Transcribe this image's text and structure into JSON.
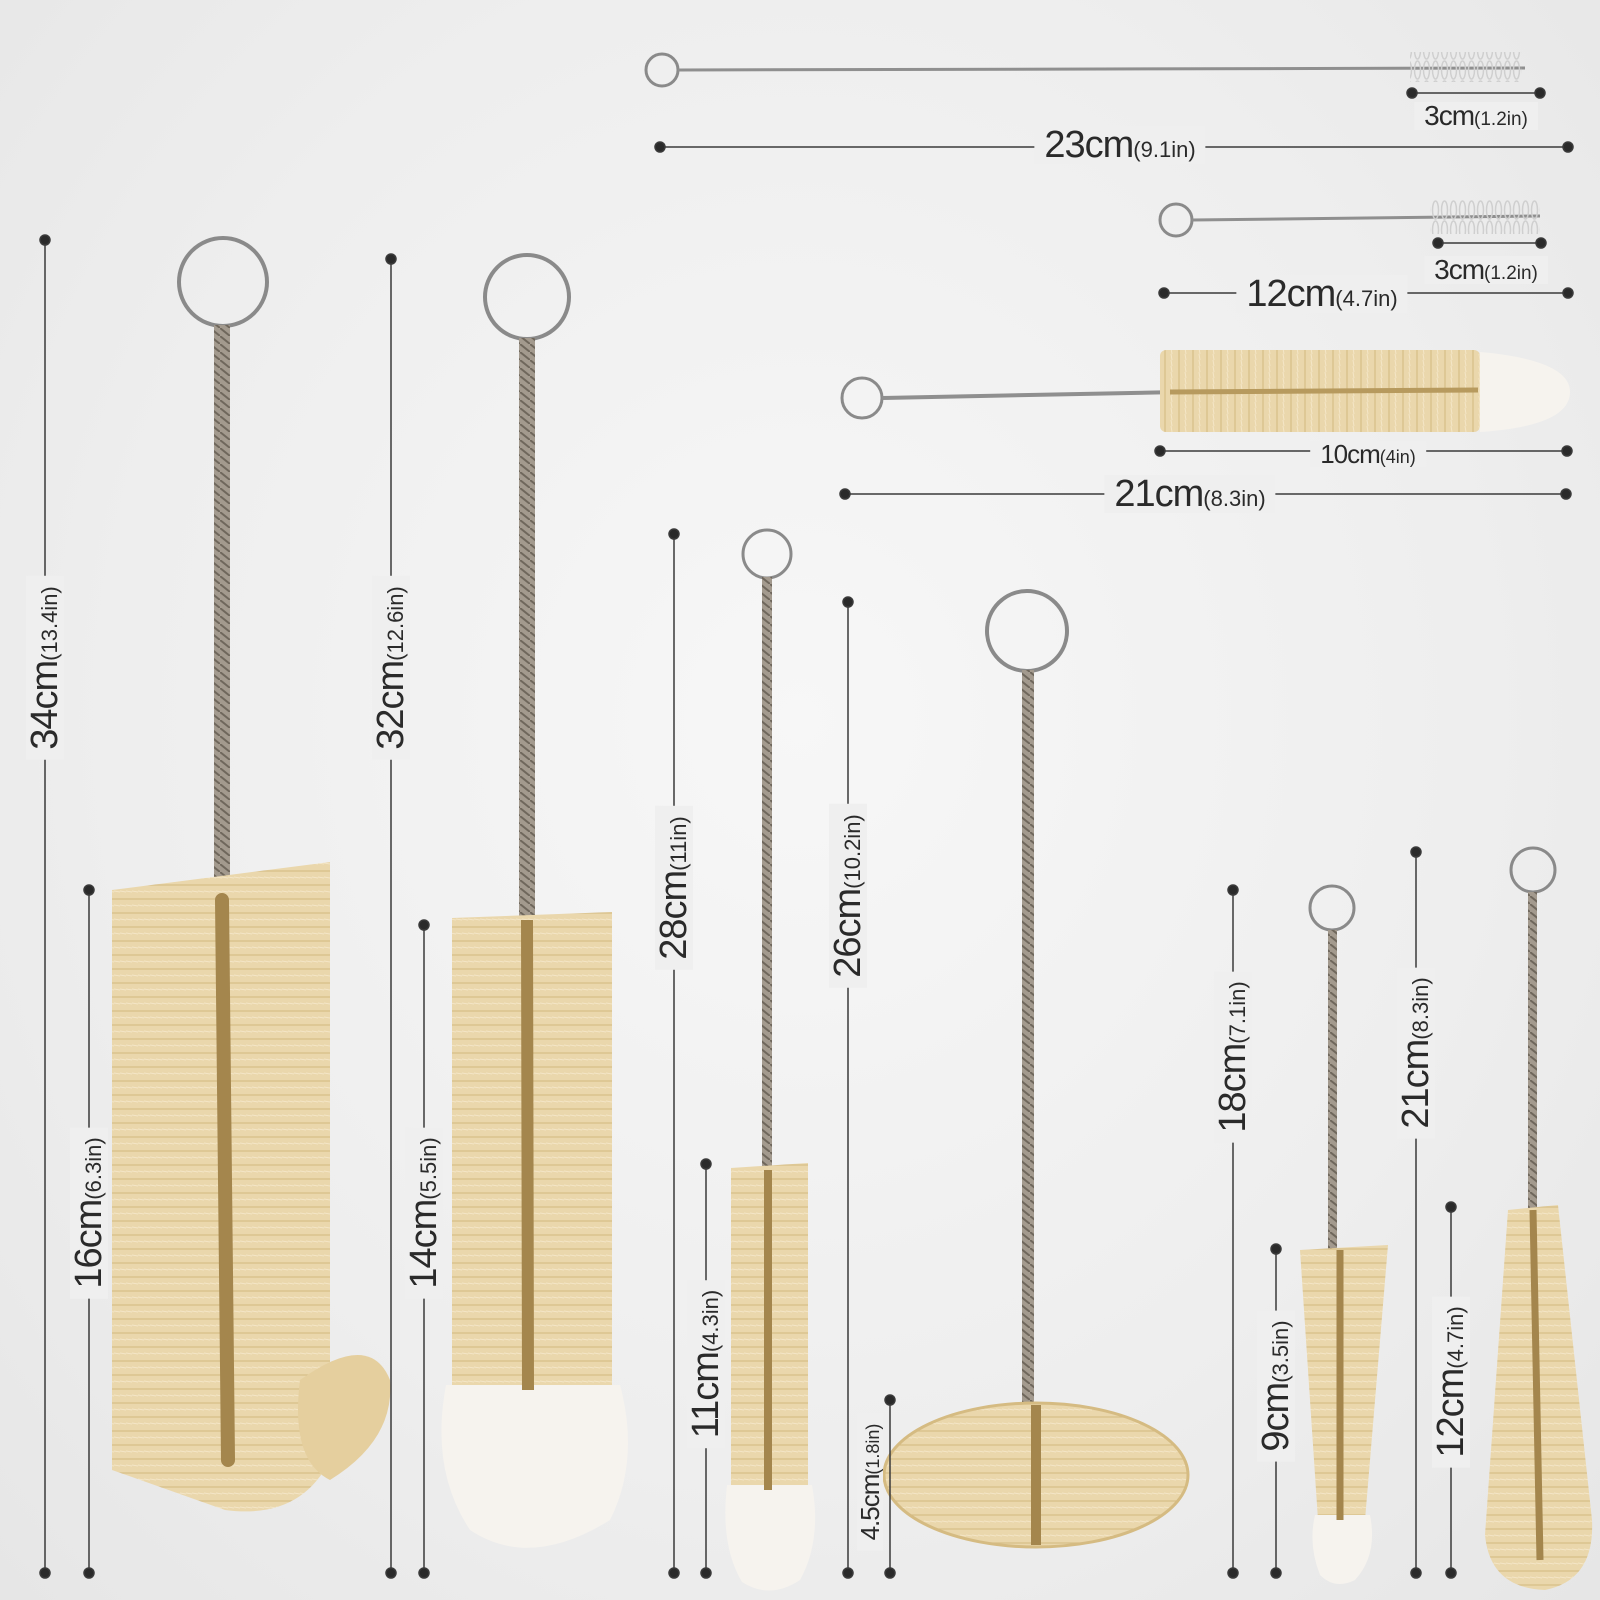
{
  "colors": {
    "background": "#efefef",
    "bristle": "#e8d3a6",
    "bristle_dark": "#c7a96c",
    "tip_white": "#f6f3ee",
    "wire": "#8f8f8f",
    "dimension_line": "#3a3a3a",
    "text": "#2a2a2a"
  },
  "dimensions": {
    "d23cm": {
      "main": "23cm",
      "sub": "(9.1in)"
    },
    "d3cm_top": {
      "main": "3cm",
      "sub": "(1.2in)"
    },
    "d12cm_short": {
      "main": "12cm",
      "sub": "(4.7in)"
    },
    "d3cm_second": {
      "main": "3cm",
      "sub": "(1.2in)"
    },
    "d10cm": {
      "main": "10cm",
      "sub": "(4in)"
    },
    "d21cm_horizontal": {
      "main": "21cm",
      "sub": "(8.3in)"
    },
    "d34cm": {
      "main": "34cm",
      "sub": "(13.4in)"
    },
    "d16cm": {
      "main": "16cm",
      "sub": "(6.3in)"
    },
    "d32cm": {
      "main": "32cm",
      "sub": "(12.6in)"
    },
    "d14cm": {
      "main": "14cm",
      "sub": "(5.5in)"
    },
    "d28cm": {
      "main": "28cm",
      "sub": "(11in)"
    },
    "d11cm": {
      "main": "11cm",
      "sub": "(4.3in)"
    },
    "d26cm": {
      "main": "26cm",
      "sub": "(10.2in)"
    },
    "d4_5cm": {
      "main": "4.5cm",
      "sub": "(1.8in)"
    },
    "d18cm": {
      "main": "18cm",
      "sub": "(7.1in)"
    },
    "d9cm": {
      "main": "9cm",
      "sub": "(3.5in)"
    },
    "d21cm_vertical": {
      "main": "21cm",
      "sub": "(8.3in)"
    },
    "d12cm_vertical": {
      "main": "12cm",
      "sub": "(4.7in)"
    }
  }
}
